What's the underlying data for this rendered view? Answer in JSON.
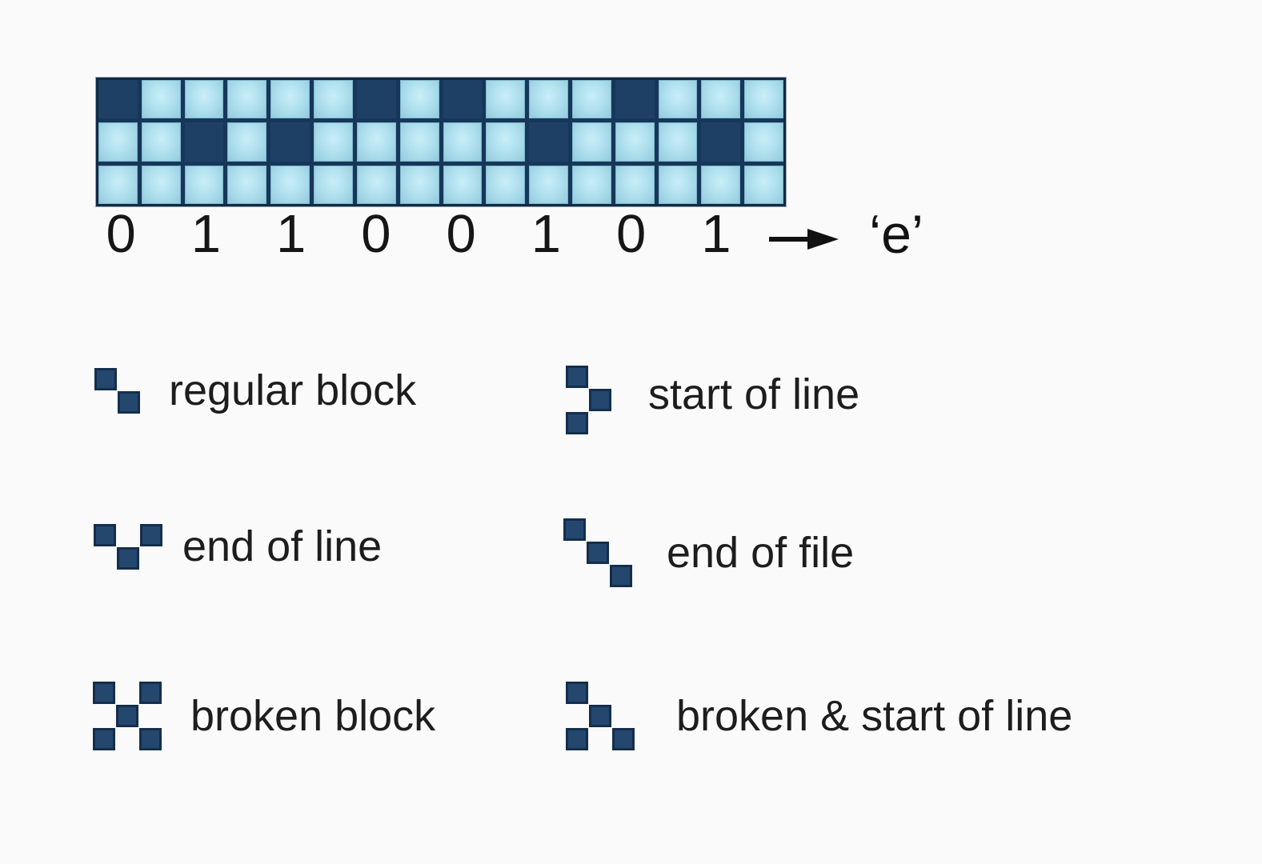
{
  "diagram": {
    "description_colors": {
      "background": "#fafafa",
      "grid_line": "#16375a",
      "grid_border": "#102a45",
      "cell_dark": "#1e4065",
      "cell_light": "#a9dcea",
      "cell_light_highlight": "#c9eef8",
      "cell_light_edge": "#7fb7cb",
      "legend_square_fill": "#24476e",
      "legend_square_border": "#152e4c",
      "text": "#1d1d1d"
    }
  },
  "encoded_grid": {
    "columns": 16,
    "rows_count": 3,
    "rows": [
      "X.....X.X...X...",
      "..X.X.....X...X.",
      "................"
    ]
  },
  "bit_labels": [
    "0",
    "1",
    "1",
    "0",
    "0",
    "1",
    "0",
    "1"
  ],
  "decoded_char": "‘e’",
  "legend": {
    "items": [
      {
        "label": "regular block",
        "pattern": [
          [
            0,
            0
          ],
          [
            1,
            1
          ]
        ]
      },
      {
        "label": "start of line",
        "pattern": [
          [
            0,
            0
          ],
          [
            1,
            1
          ],
          [
            0,
            2
          ]
        ]
      },
      {
        "label": "end of line",
        "pattern": [
          [
            0,
            0
          ],
          [
            2,
            0
          ],
          [
            1,
            1
          ]
        ]
      },
      {
        "label": "end of file",
        "pattern": [
          [
            0,
            0
          ],
          [
            1,
            1
          ],
          [
            2,
            2
          ]
        ]
      },
      {
        "label": "broken block",
        "pattern": [
          [
            0,
            0
          ],
          [
            2,
            0
          ],
          [
            1,
            1
          ],
          [
            0,
            2
          ],
          [
            2,
            2
          ]
        ]
      },
      {
        "label": "broken & start of line",
        "pattern": [
          [
            0,
            0
          ],
          [
            1,
            1
          ],
          [
            0,
            2
          ],
          [
            2,
            2
          ]
        ]
      }
    ]
  }
}
